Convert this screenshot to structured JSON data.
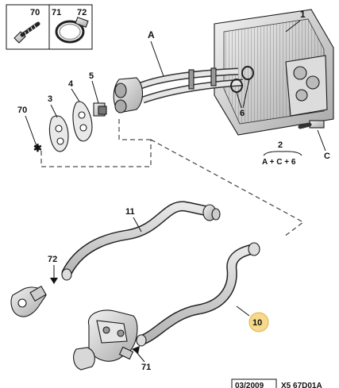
{
  "labels": {
    "l70_top": "70",
    "l71_top": "71",
    "l72_top": "72",
    "l1": "1",
    "lA": "A",
    "l3": "3",
    "l4": "4",
    "l5": "5",
    "l70": "70",
    "l6": "6",
    "lC": "C",
    "l2": "2",
    "formula": "A + C + 6",
    "l11": "11",
    "l72": "72",
    "l10": "10",
    "l71": "71",
    "date": "03/2009",
    "ref": "X5 67D01A"
  },
  "colors": {
    "highlight_badge": "#f6d98a",
    "line": "#111111",
    "metal": "#cfcfcf"
  },
  "icons": {
    "screw": "screw-icon",
    "clamp": "hose-clamp-icon",
    "star": "star-marker-icon"
  }
}
